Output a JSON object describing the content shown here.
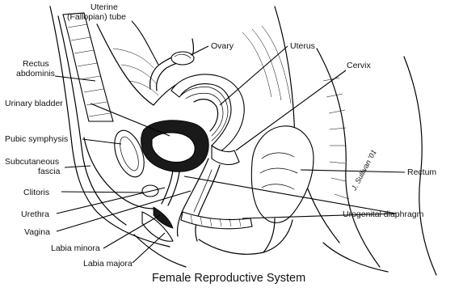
{
  "caption": "Female Reproductive System",
  "labels": {
    "uterine_tube_line1": "Uterine",
    "uterine_tube_line2": "(Fallopian) tube",
    "ovary": "Ovary",
    "uterus": "Uterus",
    "cervix": "Cervix",
    "rectus_line1": "Rectus",
    "rectus_line2": "abdominis",
    "urinary_bladder": "Urinary bladder",
    "pubic_symphysis": "Pubic symphysis",
    "subcutaneous_line1": "Subcutaneous",
    "subcutaneous_line2": "fascia",
    "clitoris": "Clitoris",
    "urethra": "Urethra",
    "vagina": "Vagina",
    "labia_minora": "Labia minora",
    "labia_majora": "Labia majora",
    "rectum": "Rectum",
    "urogenital_diaphragm": "Urogenital diaphragm"
  },
  "signature": "J. Sullivan '01"
}
